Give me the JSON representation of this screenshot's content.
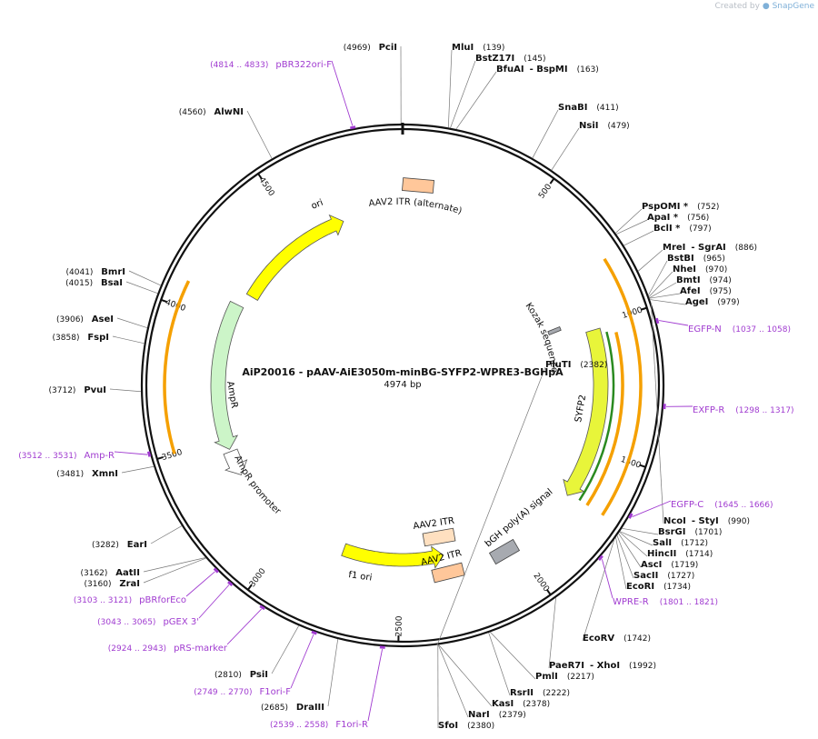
{
  "credit": {
    "prefix": "Created by",
    "brand": "SnapGene"
  },
  "plasmid": {
    "title": "AiP20016 - pAAV-AiE3050m-minBG-SYFP2-WPRE3-BGHpA",
    "length_label": "4974 bp",
    "total_bp": 4974
  },
  "colors": {
    "backbone": "#111111",
    "primer": "#a03bd0",
    "site_line": "#777777",
    "yellow": "#ffff00",
    "lightgreen": "#ccf5c8",
    "orange": "#f5a000",
    "peach": "#ffc79a",
    "gray": "#a7aab0"
  },
  "ticks": [
    {
      "label": "500",
      "pos": 500
    },
    {
      "label": "1000",
      "pos": 1000
    },
    {
      "label": "1500",
      "pos": 1500
    },
    {
      "label": "2000",
      "pos": 2000
    },
    {
      "label": "2500",
      "pos": 2500
    },
    {
      "label": "3000",
      "pos": 3000
    },
    {
      "label": "3500",
      "pos": 3500
    },
    {
      "label": "4000",
      "pos": 4000
    },
    {
      "label": "4500",
      "pos": 4500
    }
  ],
  "sites_right": [
    {
      "name": "MluI",
      "pos": 139,
      "coord": "(139)"
    },
    {
      "name": "BstZ17I",
      "pos": 145,
      "coord": "(145)"
    },
    {
      "name": "BfuAI",
      "name2": "- BspMI",
      "pos": 163,
      "coord": "(163)"
    },
    {
      "name": "SnaBI",
      "pos": 411,
      "coord": "(411)"
    },
    {
      "name": "NsiI",
      "pos": 479,
      "coord": "(479)"
    },
    {
      "name": "PspOMI *",
      "pos": 752,
      "coord": "(752)"
    },
    {
      "name": "ApaI *",
      "pos": 756,
      "coord": "(756)"
    },
    {
      "name": "BclI *",
      "pos": 797,
      "coord": "(797)"
    },
    {
      "name": "MreI",
      "name2": "- SgrAI",
      "pos": 886,
      "coord": "(886)"
    },
    {
      "name": "BstBI",
      "pos": 965,
      "coord": "(965)"
    },
    {
      "name": "NheI",
      "pos": 970,
      "coord": "(970)"
    },
    {
      "name": "BmtI",
      "pos": 974,
      "coord": "(974)"
    },
    {
      "name": "AfeI",
      "pos": 975,
      "coord": "(975)"
    },
    {
      "name": "AgeI",
      "pos": 979,
      "coord": "(979)"
    },
    {
      "name": "NcoI",
      "name2": "- StyI",
      "pos": 990,
      "coord": "(990)"
    },
    {
      "name": "BsrGI",
      "pos": 1701,
      "coord": "(1701)"
    },
    {
      "name": "SalI",
      "pos": 1712,
      "coord": "(1712)"
    },
    {
      "name": "HincII",
      "pos": 1714,
      "coord": "(1714)"
    },
    {
      "name": "AscI",
      "pos": 1719,
      "coord": "(1719)"
    },
    {
      "name": "SacII",
      "pos": 1727,
      "coord": "(1727)"
    },
    {
      "name": "EcoRI",
      "pos": 1734,
      "coord": "(1734)"
    },
    {
      "name": "EcoRV",
      "pos": 1742,
      "coord": "(1742)"
    },
    {
      "name": "PaeR7I",
      "name2": "- XhoI",
      "pos": 1992,
      "coord": "(1992)"
    },
    {
      "name": "PmlI",
      "pos": 2217,
      "coord": "(2217)"
    },
    {
      "name": "RsrII",
      "pos": 2222,
      "coord": "(2222)"
    },
    {
      "name": "KasI",
      "pos": 2378,
      "coord": "(2378)"
    },
    {
      "name": "NarI",
      "pos": 2379,
      "coord": "(2379)"
    },
    {
      "name": "SfoI",
      "pos": 2380,
      "coord": "(2380)"
    },
    {
      "name": "PluTI",
      "pos": 2382,
      "coord": "(2382)"
    }
  ],
  "sites_left": [
    {
      "name": "PciI",
      "pos": 4969,
      "coord": "(4969)"
    },
    {
      "name": "AlwNI",
      "pos": 4560,
      "coord": "(4560)"
    },
    {
      "name": "BmrI",
      "pos": 4041,
      "coord": "(4041)"
    },
    {
      "name": "BsaI",
      "pos": 4015,
      "coord": "(4015)"
    },
    {
      "name": "AseI",
      "pos": 3906,
      "coord": "(3906)"
    },
    {
      "name": "FspI",
      "pos": 3858,
      "coord": "(3858)"
    },
    {
      "name": "PvuI",
      "pos": 3712,
      "coord": "(3712)"
    },
    {
      "name": "XmnI",
      "pos": 3481,
      "coord": "(3481)"
    },
    {
      "name": "EarI",
      "pos": 3282,
      "coord": "(3282)"
    },
    {
      "name": "AatII",
      "pos": 3162,
      "coord": "(3162)"
    },
    {
      "name": "ZraI",
      "pos": 3160,
      "coord": "(3160)"
    },
    {
      "name": "PsiI",
      "pos": 2810,
      "coord": "(2810)"
    },
    {
      "name": "DraIII",
      "pos": 2685,
      "coord": "(2685)"
    }
  ],
  "primers": [
    {
      "name": "pBR322ori-F",
      "range": "(4814 .. 4833)",
      "pos": 4823
    },
    {
      "name": "EGFP-N",
      "range": "(1037 .. 1058)",
      "pos": 1047
    },
    {
      "name": "EXFP-R",
      "range": "(1298 .. 1317)",
      "pos": 1307
    },
    {
      "name": "EGFP-C",
      "range": "(1645 .. 1666)",
      "pos": 1655
    },
    {
      "name": "WPRE-R",
      "range": "(1801 .. 1821)",
      "pos": 1811
    },
    {
      "name": "Amp-R",
      "range": "(3512 .. 3531)",
      "pos": 3521
    },
    {
      "name": "pBRforEco",
      "range": "(3103 .. 3121)",
      "pos": 3112
    },
    {
      "name": "pGEX 3'",
      "range": "(3043 .. 3065)",
      "pos": 3054
    },
    {
      "name": "pRS-marker",
      "range": "(2924 .. 2943)",
      "pos": 2933
    },
    {
      "name": "F1ori-F",
      "range": "(2749 .. 2770)",
      "pos": 2759
    },
    {
      "name": "F1ori-R",
      "range": "(2539 .. 2558)",
      "pos": 2548
    }
  ],
  "features": [
    {
      "name": "ori",
      "start": 4150,
      "end": 4700,
      "color": "#ffff00",
      "direction": "cw"
    },
    {
      "name": "AmpR",
      "start": 3450,
      "end": 4090,
      "color": "#ccf5c8",
      "direction": "ccw"
    },
    {
      "name": "AmpR promoter",
      "start": 3330,
      "end": 3440,
      "color": "#ffffff",
      "direction": "ccw"
    },
    {
      "name": "SYFP2",
      "start": 1020,
      "end": 1710,
      "color": "#e8f53a",
      "direction": "cw"
    },
    {
      "name": "f1 ori",
      "start": 2300,
      "end": 2760,
      "color": "#ffff00",
      "direction": "ccw"
    },
    {
      "name": "AAV2 ITR (alternate)",
      "start": 5,
      "end": 150,
      "color": "#ffc79a",
      "direction": "none"
    },
    {
      "name": "AAV2 ITR",
      "start": 2410,
      "end": 2500,
      "color": "#ffe0c0",
      "direction": "none"
    },
    {
      "name": "AAV2 ITR",
      "start": 2410,
      "end": 2500,
      "color": "#ffc79a",
      "direction": "none"
    },
    {
      "name": "bGH poly(A) signal",
      "start": 2000,
      "end": 2220,
      "color": "#a7aab0",
      "direction": "none"
    },
    {
      "name": "Kozak sequence",
      "start": 1010,
      "end": 1020,
      "color": "#a7aab0",
      "direction": "none"
    }
  ],
  "feature_labels": {
    "ori": "ori",
    "ampr": "AmpR",
    "ampr_promoter": "AmpR promoter",
    "syfp2": "SYFP2",
    "f1ori": "f1 ori",
    "itr_alt": "AAV2 ITR (alternate)",
    "itr_1": "AAV2 ITR",
    "itr_2": "AAV2 ITR",
    "bgh": "bGH poly(A) signal",
    "kozak": "Kozak sequence"
  }
}
